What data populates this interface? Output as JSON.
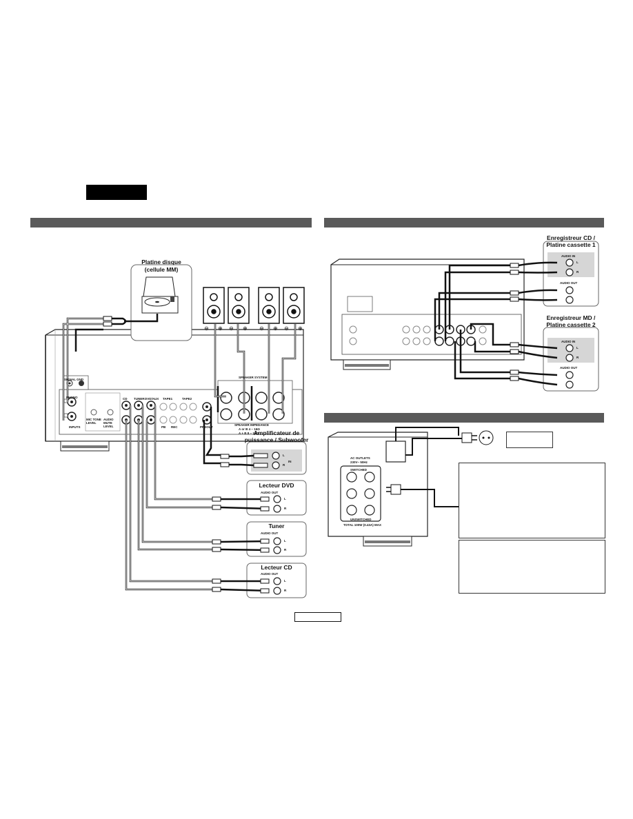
{
  "devices": {
    "turntable": {
      "title_line1": "Platine disque",
      "title_line2": "(cellule MM)"
    },
    "power_amp": {
      "title_line1": "Amplificateur de",
      "title_line2": "puissance / Subwoofer",
      "jack_label": "IN",
      "ch_l": "L",
      "ch_r": "R"
    },
    "dvd": {
      "title": "Lecteur DVD",
      "out_label": "AUDIO OUT",
      "ch_l": "L",
      "ch_r": "R"
    },
    "tuner": {
      "title": "Tuner",
      "out_label": "AUDIO OUT",
      "ch_l": "L",
      "ch_r": "R"
    },
    "cd": {
      "title": "Lecteur CD",
      "out_label": "AUDIO OUT",
      "ch_l": "L",
      "ch_r": "R"
    },
    "recorder1": {
      "title_line1": "Enregistreur CD /",
      "title_line2": "Platine cassette 1",
      "in_label": "AUDIO IN",
      "out_label": "AUDIO OUT",
      "ch_l": "L",
      "ch_r": "R"
    },
    "recorder2": {
      "title_line1": "Enregistreur MD /",
      "title_line2": "Platine cassette 2",
      "in_label": "AUDIO IN",
      "out_label": "AUDIO OUT",
      "ch_l": "L",
      "ch_r": "R"
    }
  },
  "amp_panel": {
    "signal_gnd": "SIGNAL GND",
    "phono": "PHONO",
    "inputs": "INPUTS",
    "cd": "CD",
    "tuner": "TUNER",
    "dvd_aux": "DVD/AUX",
    "tape1": "TAPE1",
    "tape2": "TAPE2",
    "pb": "PB",
    "rec": "REC",
    "preout": "PREOUT",
    "speaker_system": "SPEAKER SYSTEM",
    "speaker_impedance": "SPEAKER IMPEDANCE",
    "imp_line1": "A or B    4 ~ 16Ω",
    "imp_line2": "A + B     8 ~ 16Ω",
    "mic_level": "MIC TONE LEVEL",
    "mute_level": "AUDIO MUTE LEVEL"
  },
  "rear_power": {
    "ac_outlets": "AC OUTLETS",
    "voltage": "230V~ 50Hz",
    "switched": "SWITCHED",
    "unswitched": "UNSWITCHED",
    "total": "TOTAL 100W (0.43A) MAX"
  },
  "colors": {
    "bar": "#5a5a5a",
    "panel": "#cfcfcf",
    "label_bg": "#d6d6d6"
  }
}
